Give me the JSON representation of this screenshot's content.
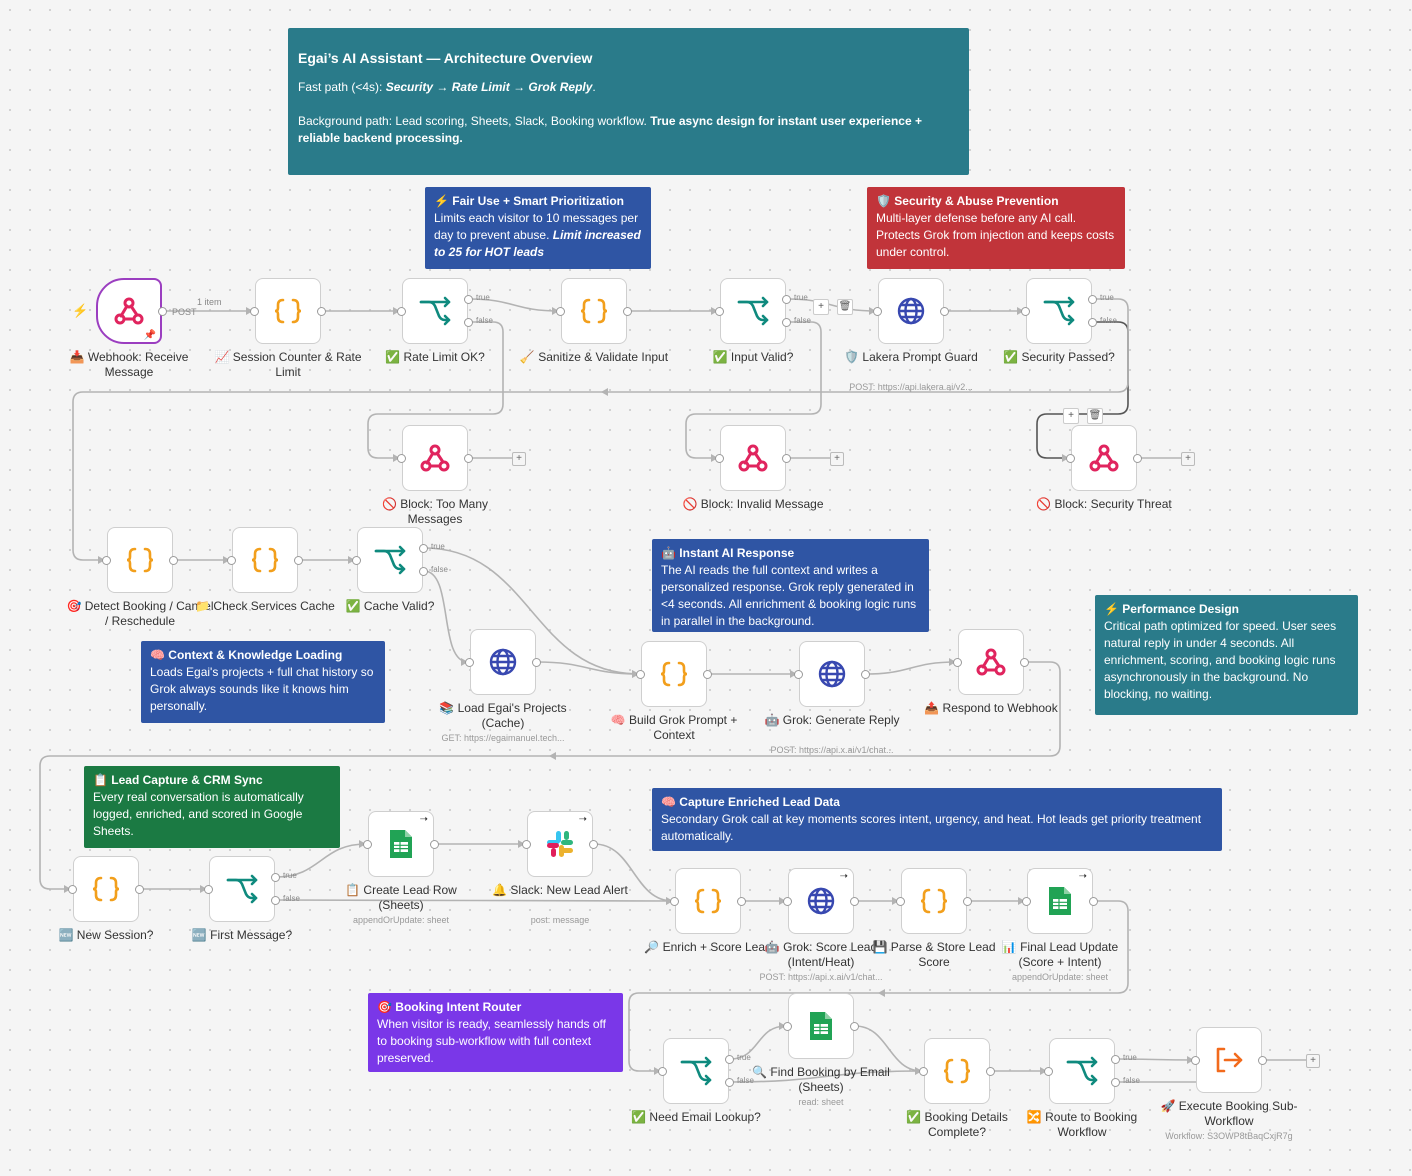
{
  "colors": {
    "teal": "#2a7b8a",
    "blue": "#2f55a4",
    "red": "#c1343a",
    "green": "#1b7a43",
    "purple": "#7a37e8",
    "webhook": "#e0245e",
    "code": "#f29f1c",
    "if": "#0f8a7e",
    "http": "#3848b0",
    "sheets": "#21a355",
    "exec": "#f26a1c"
  },
  "stickies": {
    "overview": {
      "title": "Egai’s AI Assistant — Architecture Overview",
      "fast_prefix": "Fast path (<4s): ",
      "fast_path": "Security → Rate Limit → Grok Reply",
      "fast_suffix": ".",
      "bg_prefix": "Background path: Lead scoring, Sheets, Slack, Booking workflow. ",
      "bg_bold": "True async design for instant user experience + reliable backend processing."
    },
    "fair_use": {
      "title": "⚡ Fair Use + Smart Prioritization",
      "body": "Limits each visitor to 10 messages per day to prevent abuse. ",
      "body_em": "Limit increased to 25 for HOT leads"
    },
    "security": {
      "title": "🛡️ Security & Abuse Prevention",
      "body": "Multi-layer defense before any AI call. Protects Grok from injection and keeps costs under control."
    },
    "instant": {
      "title": "🤖 Instant AI Response",
      "body": "The AI reads the full context and writes a personalized response. Grok reply generated in <4 seconds. All enrichment & booking logic runs in parallel in the background."
    },
    "performance": {
      "title": "⚡ Performance Design",
      "body": "Critical path optimized for speed. User sees natural reply in under 4 seconds. All enrichment, scoring, and booking logic runs asynchronously in the background. No blocking, no waiting."
    },
    "context": {
      "title": "🧠 Context & Knowledge Loading",
      "body": "Loads Egai's projects + full chat history so Grok always sounds like it knows him personally."
    },
    "lead_capture": {
      "title": "📋 Lead Capture & CRM Sync",
      "body": "Every real conversation is automatically logged, enriched, and scored in Google Sheets."
    },
    "enriched": {
      "title": "🧠 Capture Enriched Lead Data",
      "body": "Secondary Grok call at key moments scores intent, urgency, and heat. Hot leads get priority treatment automatically."
    },
    "booking": {
      "title": "🎯 Booking Intent Router",
      "body": "When visitor is ready, seamlessly hands off to booking sub-workflow with full context preserved."
    }
  },
  "nodes": {
    "webhook": {
      "label": "📥 Webhook: Receive Message",
      "icon": "webhook-icon"
    },
    "session_counter": {
      "label": "📈 Session Counter & Rate Limit",
      "icon": "code-braces-icon"
    },
    "rate_limit": {
      "label": "✅ Rate Limit OK?",
      "icon": "if-branch-icon"
    },
    "sanitize": {
      "label": "🧹 Sanitize & Validate Input",
      "icon": "code-braces-icon"
    },
    "input_valid": {
      "label": "✅ Input Valid?",
      "icon": "if-branch-icon"
    },
    "lakera": {
      "label": "🛡️ Lakera Prompt Guard",
      "sub": "POST: https://api.lakera.ai/v2...",
      "icon": "globe-icon"
    },
    "security_passed": {
      "label": "✅ Security Passed?",
      "icon": "if-branch-icon"
    },
    "block_many": {
      "label": "🚫 Block: Too Many Messages",
      "icon": "webhook-icon"
    },
    "block_invalid": {
      "label": "🚫 Block: Invalid Message",
      "icon": "webhook-icon"
    },
    "block_security": {
      "label": "🚫 Block: Security Threat",
      "icon": "webhook-icon"
    },
    "detect_booking": {
      "label": "🎯 Detect Booking / Cancel / Reschedule",
      "icon": "code-braces-icon"
    },
    "check_cache": {
      "label": "📁 Check Services Cache",
      "icon": "code-braces-icon"
    },
    "cache_valid": {
      "label": "✅ Cache Valid?",
      "icon": "if-branch-icon"
    },
    "load_projects": {
      "label": "📚 Load Egai's Projects (Cache)",
      "sub": "GET: https://egaimanuel.tech...",
      "icon": "globe-icon"
    },
    "build_prompt": {
      "label": "🧠 Build Grok Prompt + Context",
      "icon": "code-braces-icon"
    },
    "grok_reply": {
      "label": "🤖 Grok: Generate Reply",
      "sub": "POST: https://api.x.ai/v1/chat...",
      "icon": "globe-icon"
    },
    "respond": {
      "label": "📤 Respond to Webhook",
      "icon": "webhook-icon"
    },
    "new_session": {
      "label": "🆕 New Session?",
      "icon": "code-braces-icon"
    },
    "first_message": {
      "label": "🆕 First Message?",
      "icon": "if-branch-icon"
    },
    "create_lead": {
      "label": "📋 Create Lead Row (Sheets)",
      "sub": "appendOrUpdate: sheet",
      "icon": "sheets-icon"
    },
    "slack": {
      "label": "🔔 Slack: New Lead Alert",
      "sub": "post: message",
      "icon": "slack-icon"
    },
    "enrich": {
      "label": "🔎 Enrich + Score Lead",
      "icon": "code-braces-icon"
    },
    "grok_score": {
      "label": "🤖 Grok: Score Lead (Intent/Heat)",
      "sub": "POST: https://api.x.ai/v1/chat...",
      "icon": "globe-icon"
    },
    "parse_store": {
      "label": "💾 Parse & Store Lead Score",
      "icon": "code-braces-icon"
    },
    "final_update": {
      "label": "📊 Final Lead Update (Score + Intent)",
      "sub": "appendOrUpdate: sheet",
      "icon": "sheets-icon"
    },
    "need_email": {
      "label": "✅ Need Email Lookup?",
      "icon": "if-branch-icon"
    },
    "find_booking": {
      "label": "🔍 Find Booking by Email (Sheets)",
      "sub": "read: sheet",
      "icon": "sheets-icon"
    },
    "booking_complete": {
      "label": "✅ Booking Details Complete?",
      "icon": "code-braces-icon"
    },
    "route_booking": {
      "label": "🔀 Route to Booking Workflow",
      "icon": "if-branch-icon"
    },
    "execute_booking": {
      "label": "🚀 Execute Booking Sub-Workflow",
      "sub": "Workflow: S3OWP8tBaqCxjR7g",
      "icon": "execute-workflow-icon"
    }
  },
  "edge_labels": {
    "item_count": "1 item",
    "post": "POST",
    "true": "true",
    "false": "false"
  },
  "controls": {
    "plus": "+",
    "trash": "🗑"
  }
}
